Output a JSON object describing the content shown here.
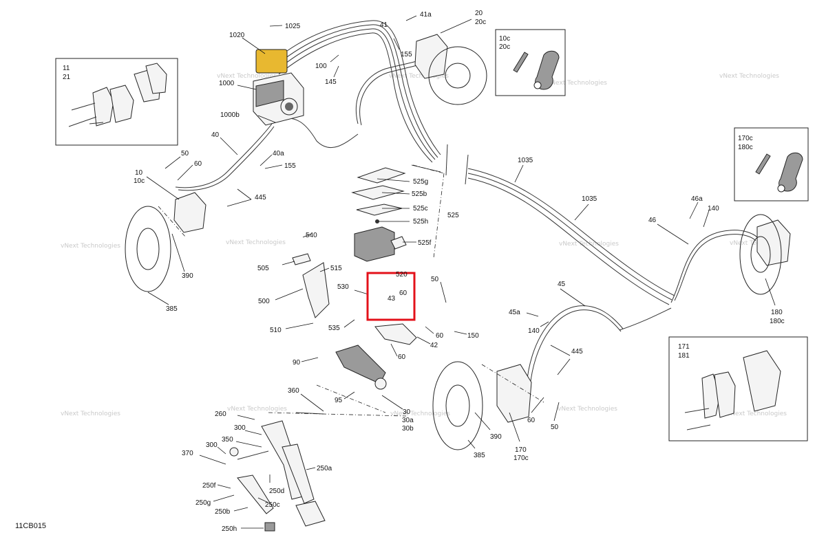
{
  "diagram": {
    "code": "11CB015",
    "watermark": "vNext Technologies",
    "labels": {
      "l1025": "1025",
      "l1020": "1020",
      "l1000": "1000",
      "l1000b": "1000b",
      "l41": "41",
      "l41a": "41a",
      "l20": "20",
      "l20c": "20c",
      "l155a": "155",
      "l100": "100",
      "l145": "145",
      "l11": "11",
      "l21": "21",
      "l10c_box": "10c",
      "l20c_box": "20c",
      "l170c_box": "170c",
      "l180c_box": "180c",
      "l40": "40",
      "l40a": "40a",
      "l155b": "155",
      "l50a": "50",
      "l60a": "60",
      "l10": "10",
      "l10c": "10c",
      "l445a": "445",
      "l390a": "390",
      "l385a": "385",
      "l525g": "525g",
      "l525b": "525b",
      "l525c": "525c",
      "l525h": "525h",
      "l525": "525",
      "l525f": "525f",
      "l540": "540",
      "l505": "505",
      "l515": "515",
      "l500": "500",
      "l510": "510",
      "l530": "530",
      "l535": "535",
      "l520": "520",
      "l43": "43",
      "l60b": "60",
      "l50b": "50",
      "l150": "150",
      "l60c": "60",
      "l42": "42",
      "l60d": "60",
      "l90": "90",
      "l95": "95",
      "l360": "360",
      "l30": "30",
      "l30a": "30a",
      "l30b": "30b",
      "l260": "260",
      "l300a": "300",
      "l350": "350",
      "l370": "370",
      "l300b": "300",
      "l250a": "250a",
      "l250f": "250f",
      "l250d": "250d",
      "l250g": "250g",
      "l250c": "250c",
      "l250b": "250b",
      "l250h": "250h",
      "l1035a": "1035",
      "l1035b": "1035",
      "l46a": "46a",
      "l140a": "140",
      "l46": "46",
      "l180": "180",
      "l180c": "180c",
      "l45": "45",
      "l45a": "45a",
      "l140b": "140",
      "l445b": "445",
      "l390b": "390",
      "l385b": "385",
      "l170": "170",
      "l170c": "170c",
      "l60e": "60",
      "l50c": "50",
      "l171": "171",
      "l181": "181"
    }
  }
}
